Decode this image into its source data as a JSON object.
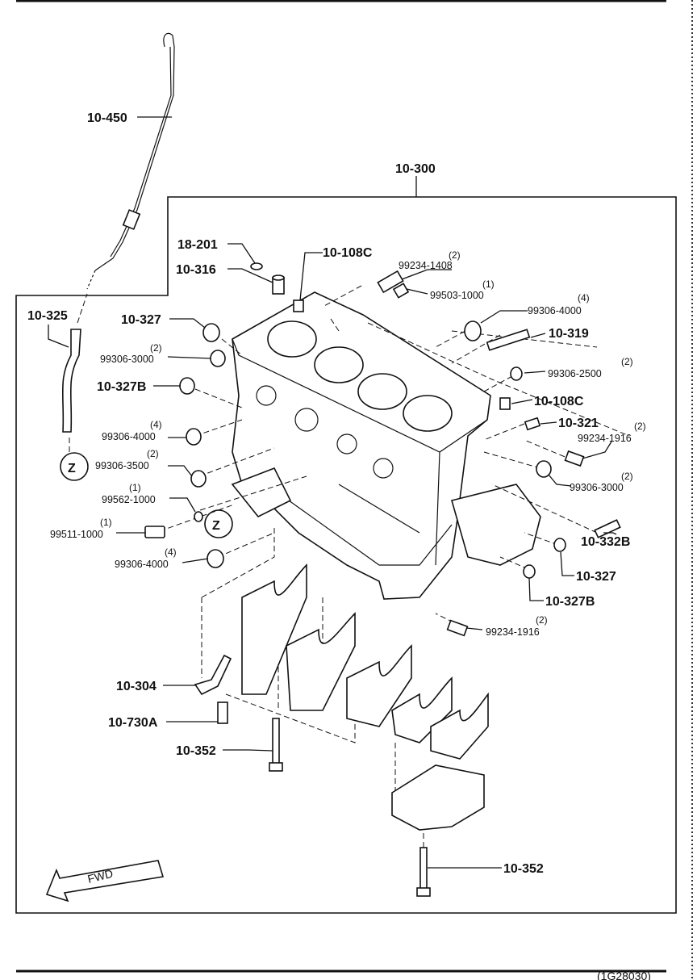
{
  "drawing_ref": "(1G28030)",
  "direction_marker": "FWD",
  "group_label": "10-300",
  "zoom_marker": "Z",
  "labels": {
    "l_10_450": "10-450",
    "l_10_325": "10-325",
    "l_18_201": "18-201",
    "l_10_316": "10-316",
    "l_10_108c_a": "10-108C",
    "l_10_108c_b": "10-108C",
    "l_10_327_a": "10-327",
    "l_10_327_b": "10-327",
    "l_10_327b_a": "10-327B",
    "l_10_327b_b": "10-327B",
    "l_10_319": "10-319",
    "l_10_321": "10-321",
    "l_10_332b": "10-332B",
    "l_10_304": "10-304",
    "l_10_730a": "10-730A",
    "l_10_352_a": "10-352",
    "l_10_352_b": "10-352"
  },
  "parts": {
    "p_99234_1408": {
      "number": "99234-1408",
      "qty": "(2)"
    },
    "p_99503_1000": {
      "number": "99503-1000",
      "qty": "(1)"
    },
    "p_99306_4000_tr": {
      "number": "99306-4000",
      "qty": "(4)"
    },
    "p_99306_3000_l": {
      "number": "99306-3000",
      "qty": "(2)"
    },
    "p_99306_2500": {
      "number": "99306-2500",
      "qty": "(2)"
    },
    "p_99306_4000_l": {
      "number": "99306-4000",
      "qty": "(4)"
    },
    "p_99234_1916_r": {
      "number": "99234-1916",
      "qty": "(2)"
    },
    "p_99306_3500": {
      "number": "99306-3500",
      "qty": "(2)"
    },
    "p_99306_3000_r": {
      "number": "99306-3000",
      "qty": "(2)"
    },
    "p_99562_1000": {
      "number": "99562-1000",
      "qty": "(1)"
    },
    "p_99511_1000": {
      "number": "99511-1000",
      "qty": "(1)"
    },
    "p_99306_4000_b": {
      "number": "99306-4000",
      "qty": "(4)"
    },
    "p_99234_1916_b": {
      "number": "99234-1916",
      "qty": "(2)"
    }
  }
}
